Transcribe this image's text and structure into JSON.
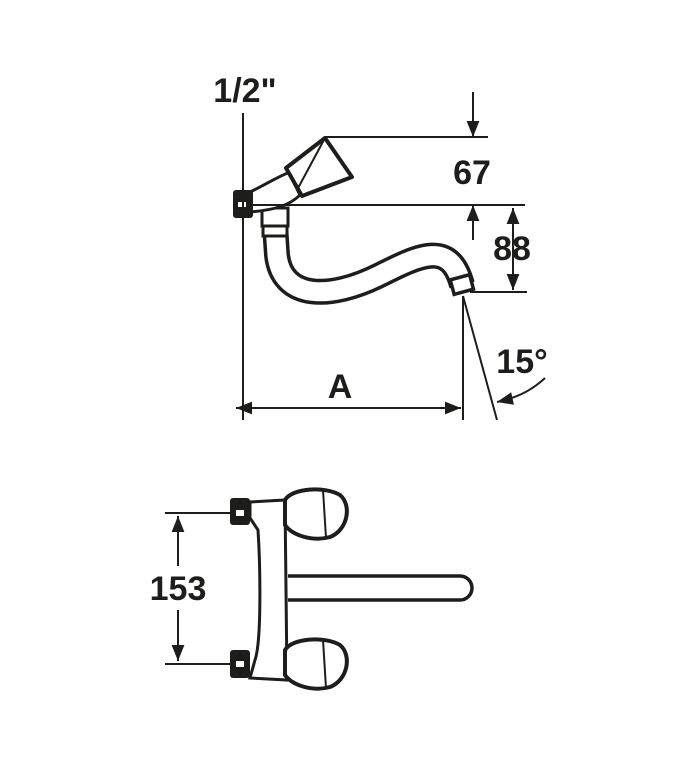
{
  "side_view": {
    "thread_label": "1/2\"",
    "handle_height_label": "67",
    "spout_drop_label": "88",
    "angle_label": "15°",
    "reach_label": "A"
  },
  "top_view": {
    "centers_label": "153"
  },
  "colors": {
    "ink": "#1d1d1b",
    "background": "#ffffff"
  }
}
